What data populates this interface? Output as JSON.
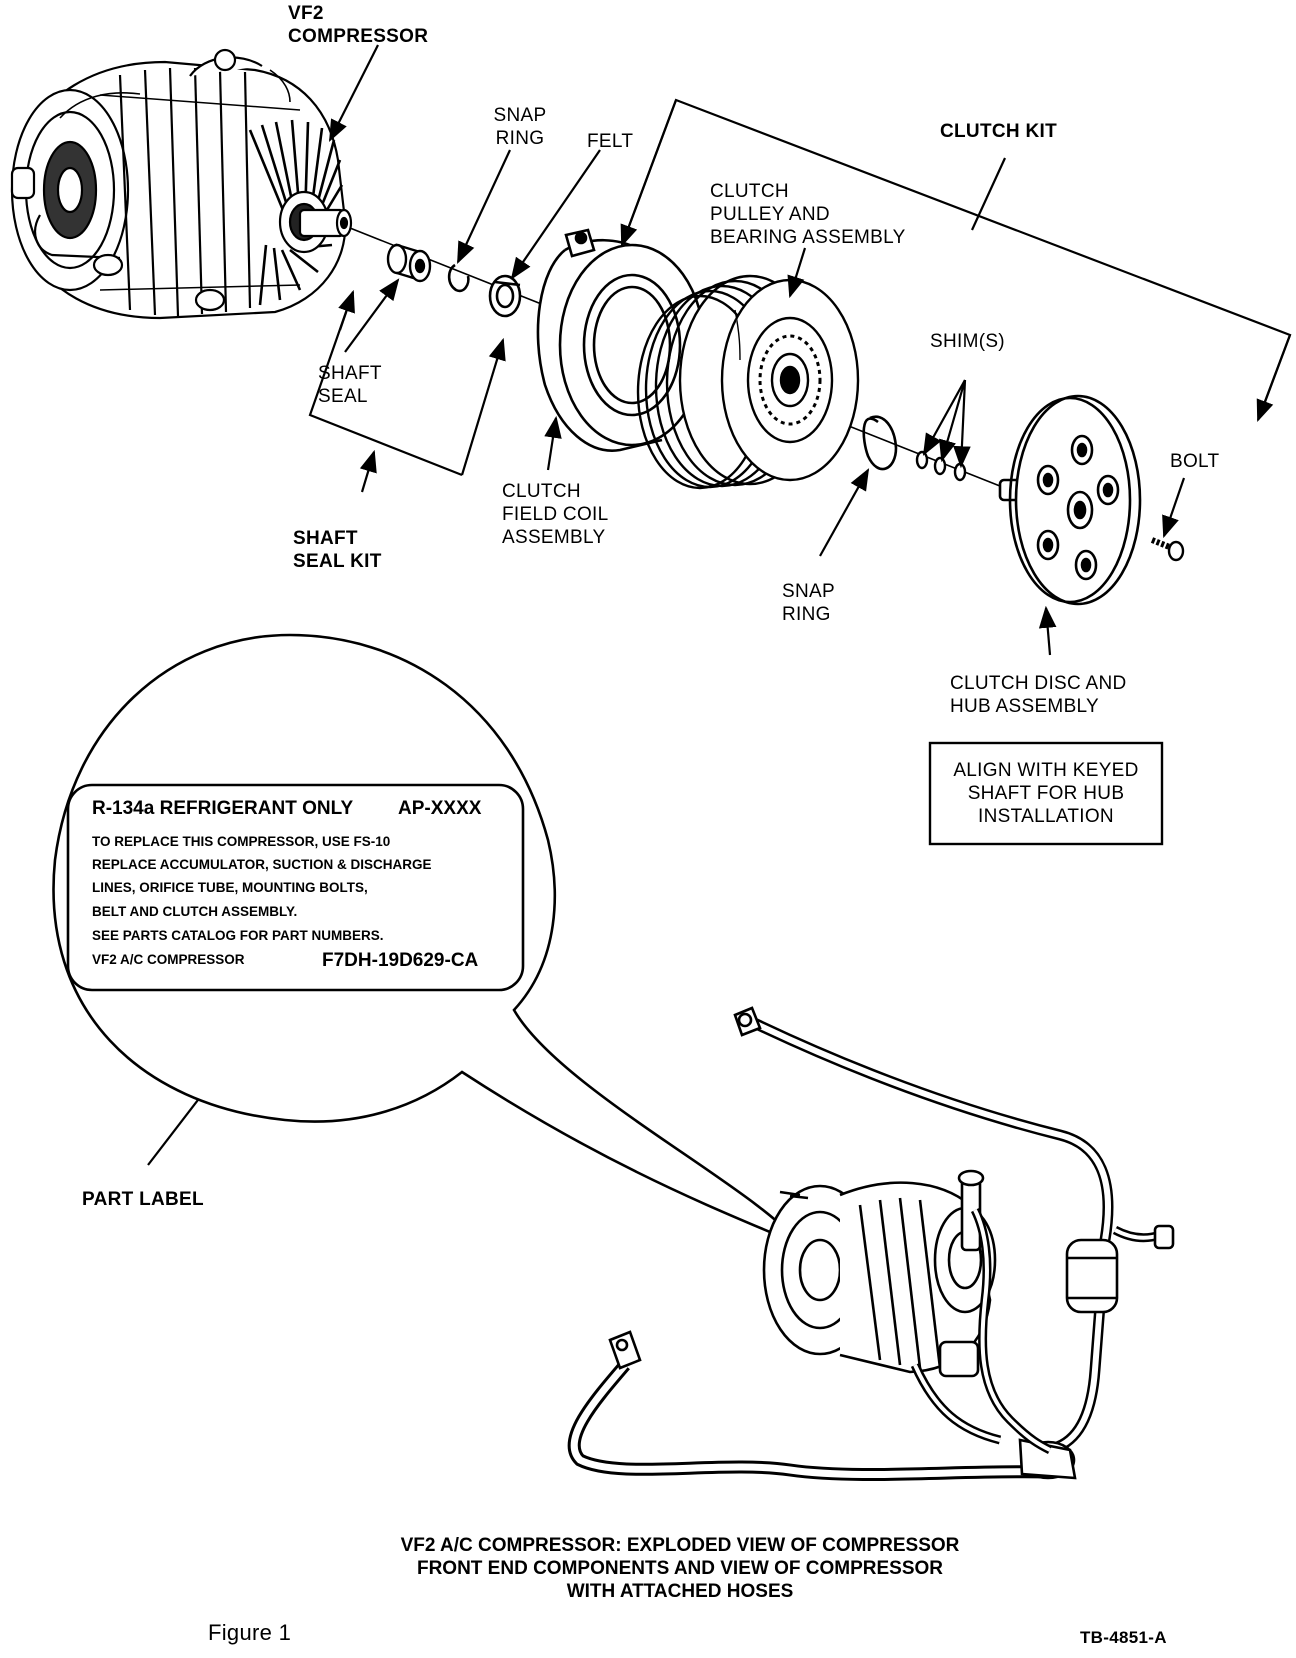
{
  "labels": {
    "vf2_compressor": [
      "VF2",
      "COMPRESSOR"
    ],
    "snap_ring_top": [
      "SNAP",
      "RING"
    ],
    "felt": "FELT",
    "clutch_kit": "CLUTCH KIT",
    "clutch_pulley": [
      "CLUTCH",
      "PULLEY AND",
      "BEARING ASSEMBLY"
    ],
    "shims": "SHIM(S)",
    "bolt": "BOLT",
    "shaft_seal": [
      "SHAFT",
      "SEAL"
    ],
    "shaft_seal_kit": [
      "SHAFT",
      "SEAL KIT"
    ],
    "clutch_field_coil": [
      "CLUTCH",
      "FIELD COIL",
      "ASSEMBLY"
    ],
    "snap_ring_bottom": [
      "SNAP",
      "RING"
    ],
    "clutch_disc_hub": [
      "CLUTCH DISC AND",
      "HUB ASSEMBLY"
    ],
    "part_label": "PART LABEL"
  },
  "note_box": [
    "ALIGN WITH KEYED",
    "SHAFT FOR HUB",
    "INSTALLATION"
  ],
  "part_plate": {
    "heading": "R-134a REFRIGERANT ONLY",
    "heading_code": "AP-XXXX",
    "lines": [
      "TO REPLACE THIS COMPRESSOR, USE FS-10",
      "REPLACE ACCUMULATOR, SUCTION & DISCHARGE",
      "LINES, ORIFICE TUBE, MOUNTING BOLTS,",
      "BELT AND CLUTCH ASSEMBLY.",
      "SEE PARTS CATALOG FOR PART NUMBERS."
    ],
    "last_line_left": "VF2 A/C COMPRESSOR",
    "last_line_code": "F7DH-19D629-CA"
  },
  "caption": [
    "VF2 A/C COMPRESSOR: EXPLODED VIEW OF COMPRESSOR",
    "FRONT END COMPONENTS AND VIEW OF COMPRESSOR",
    "WITH ATTACHED HOSES"
  ],
  "figure_label": "Figure 1",
  "doc_code": "TB-4851-A"
}
